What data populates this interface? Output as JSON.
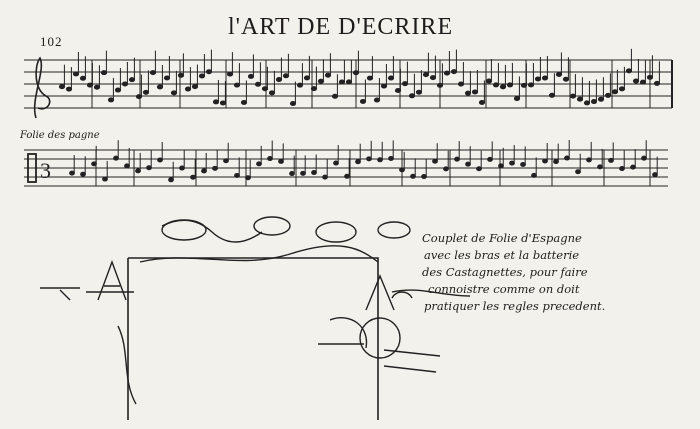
{
  "header": {
    "page_number": "102",
    "title": "l'ART DE D'ECRIRE"
  },
  "music": {
    "dance_label": "Folie des pagne"
  },
  "caption": {
    "lines": [
      "Couplet de Folie d'Espagne",
      "avec les bras et la batterie",
      "des Castagnettes, pour faire",
      "connoistre comme on doit",
      "pratiquer les regles precedent."
    ]
  }
}
